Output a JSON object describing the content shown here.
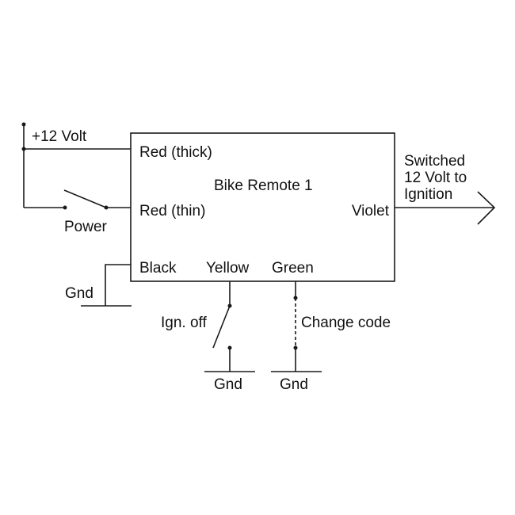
{
  "diagram": {
    "type": "wiring-schematic",
    "device": {
      "title": "Bike Remote 1",
      "pins": {
        "red_thick": "Red (thick)",
        "red_thin": "Red (thin)",
        "black": "Black",
        "yellow": "Yellow",
        "green": "Green",
        "violet": "Violet"
      }
    },
    "labels": {
      "supply": "+12 Volt",
      "power_switch": "Power",
      "ground_black": "Gnd",
      "ignition_switch": "Ign. off",
      "ground_yellow": "Gnd",
      "change_code": "Change code",
      "ground_green": "Gnd",
      "output_line1": "Switched",
      "output_line2": "12 Volt to",
      "output_line3": "Ignition"
    },
    "colors": {
      "line": "#1a1a1a",
      "text": "#111111",
      "background": "#ffffff"
    }
  }
}
